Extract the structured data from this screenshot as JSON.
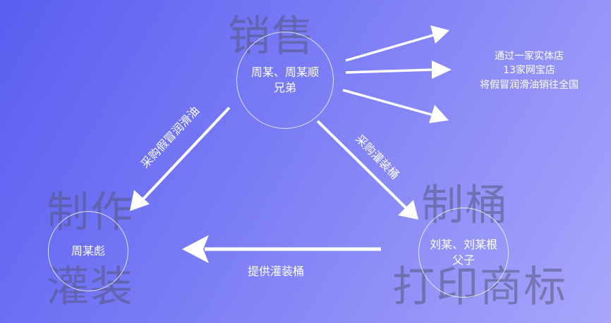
{
  "background": {
    "from": "#5a5ef0",
    "to": "#a9a6fb"
  },
  "roles": {
    "sales": {
      "label": "销售",
      "entity_line1": "周某、周某顺",
      "entity_line2": "兄弟"
    },
    "filling": {
      "label_line1": "制作",
      "label_line2": "灌装",
      "entity": "周某彪"
    },
    "barrels": {
      "label_line1": "制桶",
      "label_line2": "打印商标",
      "entity_line1": "刘某、刘某根",
      "entity_line2": "父子"
    }
  },
  "edges": {
    "sales_to_filling": "采购假冒润滑油",
    "sales_to_barrels": "采购灌装桶",
    "barrels_to_filling": "提供灌装桶"
  },
  "outlets": {
    "line1": "通过一家实体店",
    "line2": "13家网宝店",
    "line3": "将假冒润滑油销往全国"
  }
}
